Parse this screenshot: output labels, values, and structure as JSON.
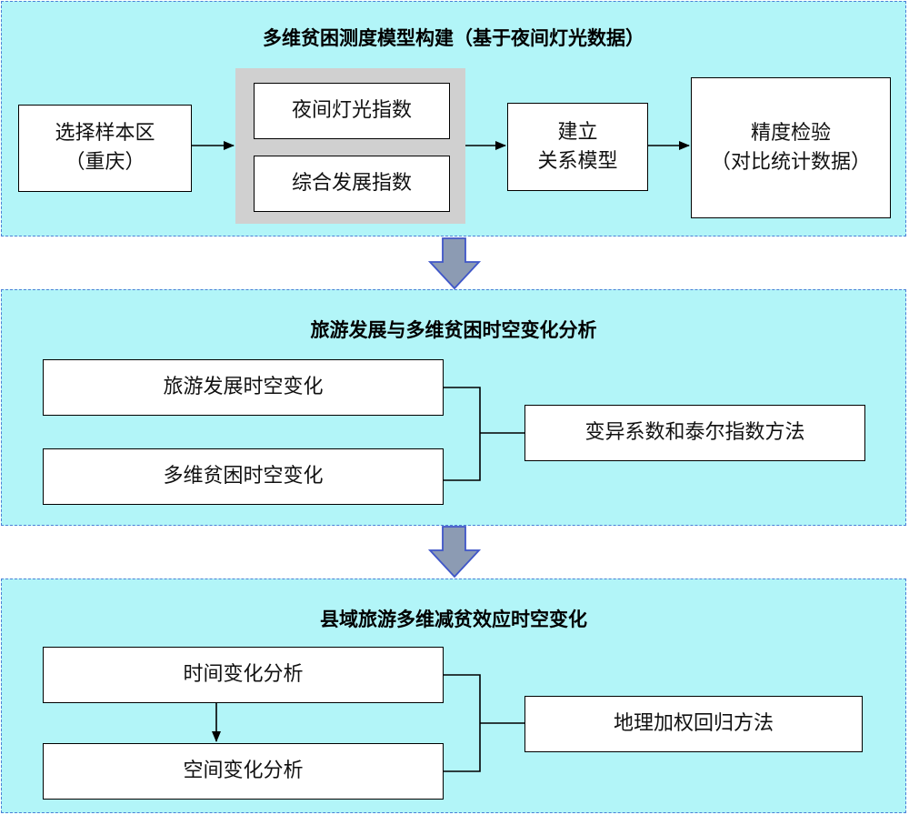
{
  "panel1": {
    "title": "多维贫困测度模型构建（基于夜间灯光数据）",
    "sample_area": {
      "line1": "选择样本区",
      "line2": "（重庆）"
    },
    "index_night_light": "夜间灯光指数",
    "index_development": "综合发展指数",
    "build_model": {
      "line1": "建立",
      "line2": "关系模型"
    },
    "accuracy": {
      "line1": "精度检验",
      "line2": "（对比统计数据）"
    }
  },
  "panel2": {
    "title": "旅游发展与多维贫困时空变化分析",
    "item1": "旅游发展时空变化",
    "item2": "多维贫困时空变化",
    "method": "变异系数和泰尔指数方法"
  },
  "panel3": {
    "title": "县域旅游多维减贫效应时空变化",
    "item1": "时间变化分析",
    "item2": "空间变化分析",
    "method": "地理加权回归方法"
  },
  "colors": {
    "panel_bg": "#b2f5f8",
    "panel_border": "#4b7fd6",
    "group_bg": "#d0d0d0",
    "big_arrow_fill": "#8c9bb3",
    "big_arrow_stroke": "#3f56c8"
  }
}
